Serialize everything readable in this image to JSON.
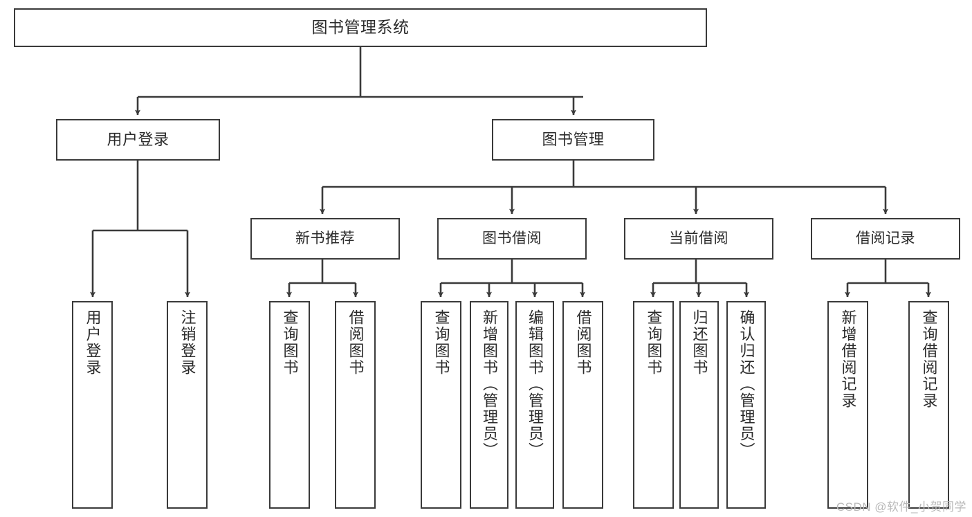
{
  "diagram": {
    "title": "图书管理系统",
    "type": "tree",
    "watermark": "CSDN @软件_小贺同学",
    "colors": {
      "box_border": "#3a3a3a",
      "box_fill": "#ffffff",
      "edge": "#3a3a3a",
      "text": "#2b2b2b",
      "watermark": "#b9b9b9",
      "background": "#ffffff"
    },
    "nodes": {
      "root": {
        "label": "图书管理系统"
      },
      "level1": [
        {
          "id": "user-login",
          "label": "用户登录"
        },
        {
          "id": "book-manage",
          "label": "图书管理"
        }
      ],
      "level2": [
        {
          "id": "new-book-recommend",
          "label": "新书推荐"
        },
        {
          "id": "book-borrow",
          "label": "图书借阅"
        },
        {
          "id": "current-borrow",
          "label": "当前借阅"
        },
        {
          "id": "borrow-record",
          "label": "借阅记录"
        }
      ],
      "leaves": {
        "user-login": [
          {
            "id": "leaf-user-login",
            "label": "用户登录"
          },
          {
            "id": "leaf-logout",
            "label": "注销登录"
          }
        ],
        "new-book-recommend": [
          {
            "id": "leaf-query-book-1",
            "label": "查询图书"
          },
          {
            "id": "leaf-borrow-book-1",
            "label": "借阅图书"
          }
        ],
        "book-borrow": [
          {
            "id": "leaf-query-book-2",
            "label": "查询图书"
          },
          {
            "id": "leaf-add-book",
            "label": "新增图书（管理员）"
          },
          {
            "id": "leaf-edit-book",
            "label": "编辑图书（管理员）"
          },
          {
            "id": "leaf-borrow-book-2",
            "label": "借阅图书"
          }
        ],
        "current-borrow": [
          {
            "id": "leaf-query-book-3",
            "label": "查询图书"
          },
          {
            "id": "leaf-return-book",
            "label": "归还图书"
          },
          {
            "id": "leaf-confirm-return",
            "label": "确认归还（管理员）"
          }
        ],
        "borrow-record": [
          {
            "id": "leaf-add-record",
            "label": "新增借阅记录"
          },
          {
            "id": "leaf-query-record",
            "label": "查询借阅记录"
          }
        ]
      }
    }
  }
}
